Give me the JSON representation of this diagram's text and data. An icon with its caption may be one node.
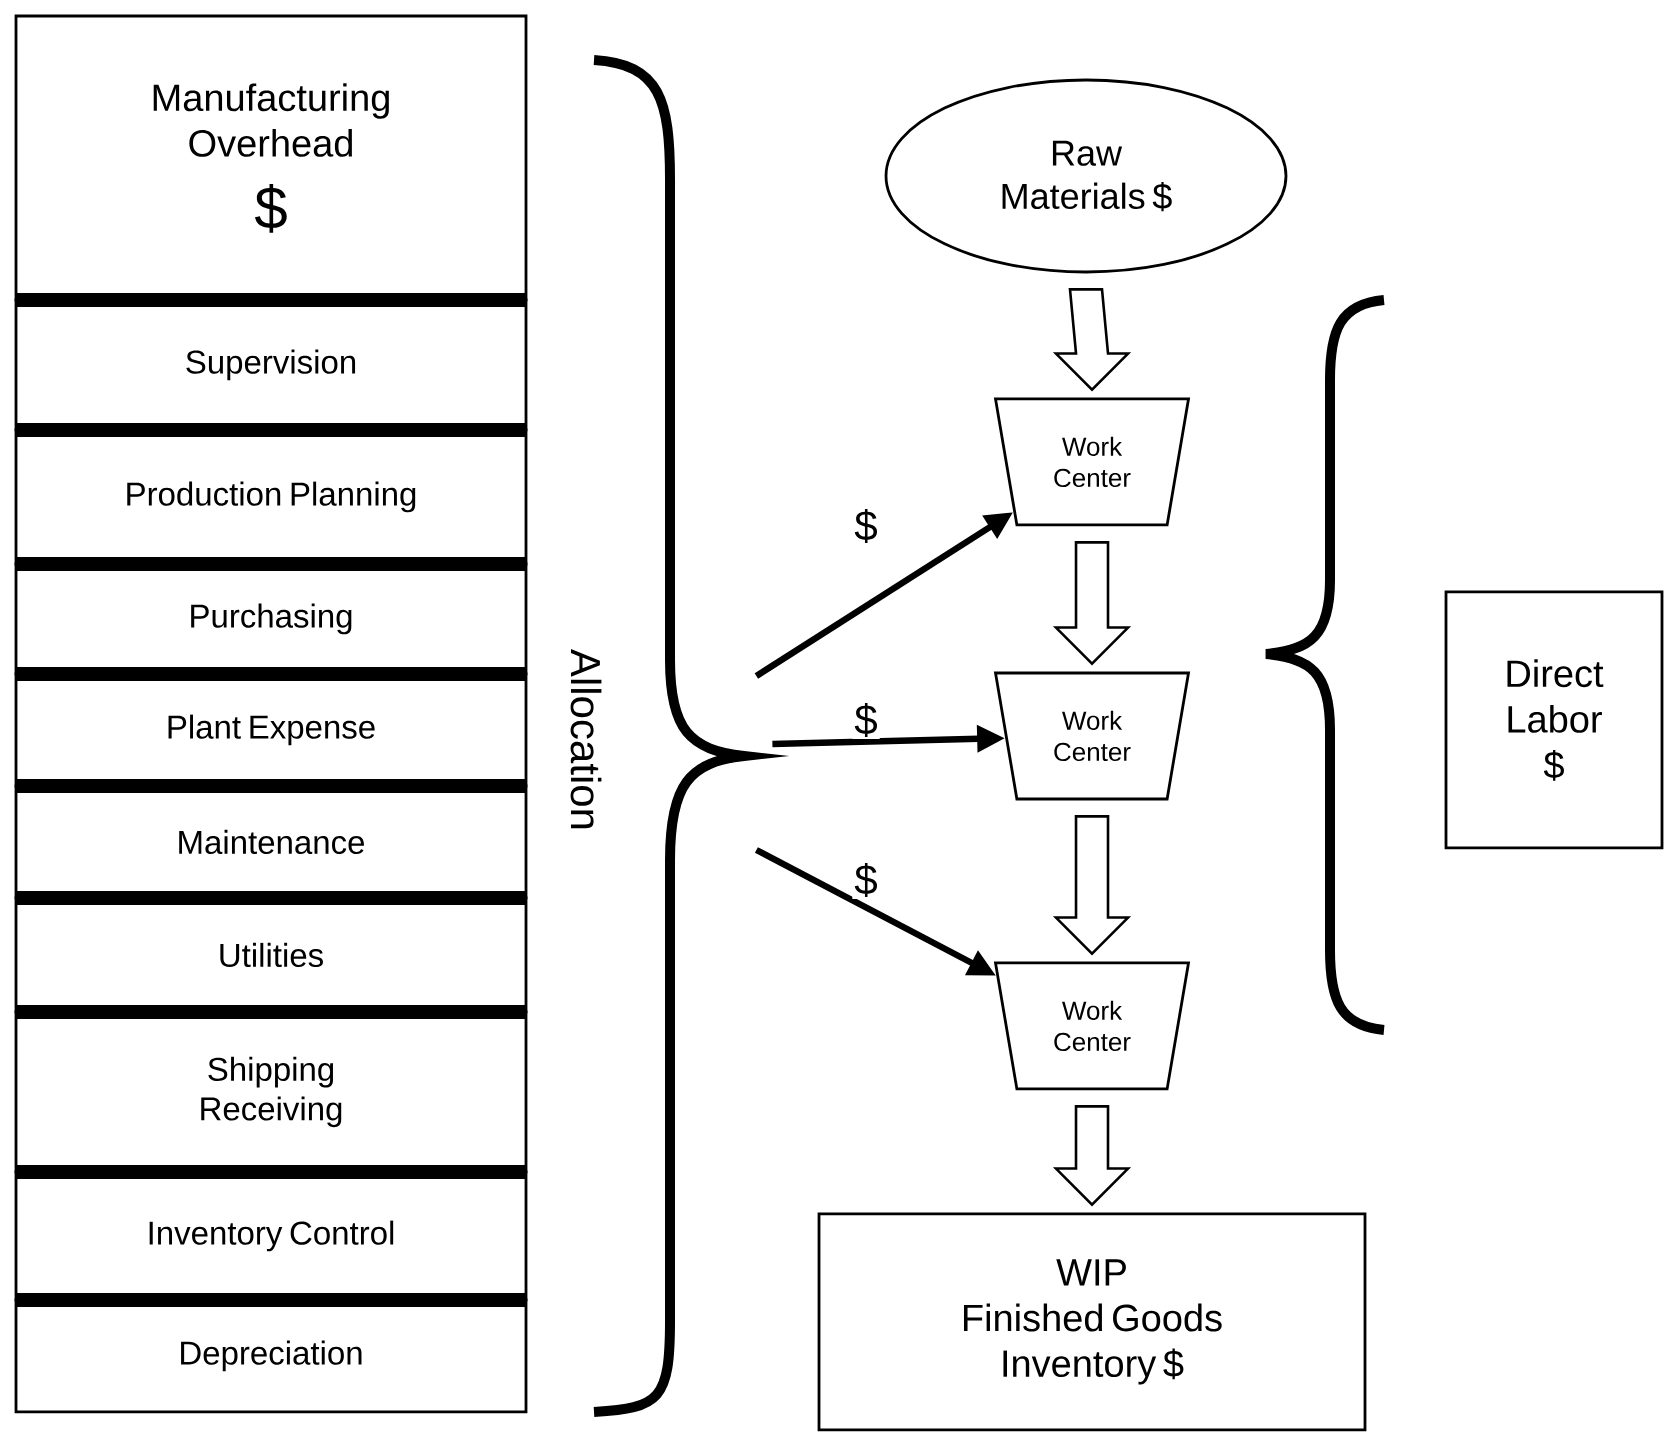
{
  "diagram": {
    "nodes": [
      {
        "text": [
          "Manufacturing Overhead",
          "$"
        ]
      },
      {
        "text": [
          "Supervision"
        ]
      },
      {
        "text": [
          "Production Planning"
        ]
      },
      {
        "text": [
          "Purchasing"
        ]
      },
      {
        "text": [
          "Plant Expense"
        ]
      },
      {
        "text": [
          "Maintenance"
        ]
      },
      {
        "text": [
          "Utilities"
        ]
      },
      {
        "text": [
          "Shipping Receiving"
        ]
      },
      {
        "text": [
          "Inventory Control"
        ]
      },
      {
        "text": [
          "Depreciation"
        ]
      },
      {
        "text": [
          "Raw Materials $"
        ]
      },
      {
        "text": [
          "Work Center"
        ]
      },
      {
        "text": [
          "Work Center"
        ]
      },
      {
        "text": [
          "Work Center"
        ]
      },
      {
        "text": [
          "WIP",
          "Finished Goods Inventory $"
        ]
      },
      {
        "text": [
          "Direct Labor $"
        ]
      },
      {
        "text": [],
        "shape": "brace"
      }
    ],
    "edges": [
      {
        "from": 10,
        "to": 11,
        "arrow": "to",
        "style": "thick"
      },
      {
        "from": 11,
        "to": 12,
        "arrow": "to",
        "style": "thick"
      },
      {
        "from": 12,
        "to": 13,
        "arrow": "to",
        "style": "thick"
      },
      {
        "from": 13,
        "to": 14,
        "arrow": "to",
        "style": "thick"
      },
      {
        "from": 16,
        "to": 11,
        "arrow": "to",
        "label": "$"
      },
      {
        "from": 16,
        "to": 12,
        "arrow": "to",
        "label": "$"
      },
      {
        "from": 16,
        "to": 13,
        "arrow": "to",
        "label": "$"
      }
    ],
    "labels": [
      "Allocation"
    ]
  }
}
